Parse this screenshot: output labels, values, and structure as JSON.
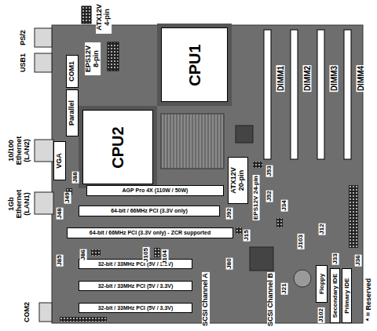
{
  "diagram": {
    "nodes": [
      {
        "text": [
          "COM1"
        ]
      },
      {
        "text": [
          "Parallel"
        ]
      },
      {
        "text": [
          "VGA"
        ]
      },
      {
        "text": [
          "CPU2"
        ]
      },
      {
        "text": [
          "CPU1"
        ]
      },
      {
        "text": [
          "ATX12V 20-pin"
        ]
      },
      {
        "text": [
          "AGP Pro 4X (110W / 50W)"
        ]
      },
      {
        "text": [
          "64-bit / 66MHz PCI (3.3V only)"
        ]
      },
      {
        "text": [
          "64-bit / 66MHz PCI (3.3V only) - ZCR supported"
        ]
      },
      {
        "text": [
          "32-bit / 33MHz PCI (5V / 3.3V)"
        ]
      },
      {
        "text": [
          "32-bit / 33MHz PCI (5V / 3.3V)"
        ]
      },
      {
        "text": [
          "32-bit / 33MHz PCI (5V / 3.3V)"
        ]
      },
      {
        "text": [
          "Floppy"
        ]
      },
      {
        "text": [
          "Secondary IDE"
        ]
      },
      {
        "text": [
          "Primary IDE"
        ]
      }
    ],
    "labels": [
      "PS/2",
      "USB1",
      "ATX12V 4-pin",
      "EPS12V 8-pin",
      "10/100 Ethernet (LAN2)",
      "1Gb Ethernet (LAN1)",
      "DIMM1",
      "DIMM2",
      "DIMM3",
      "DIMM4",
      "J88",
      "J49",
      "J48",
      "EPS12V 24-pin",
      "J53",
      "J52",
      "J92",
      "J34",
      "J15",
      "J80",
      "J103",
      "J12",
      "J85",
      "J86",
      "J105",
      "J104",
      "J21",
      "J33",
      "J36",
      "J102",
      "COM2",
      "SCSI Channel A",
      "SCSI Channel B",
      "* = Reserved"
    ]
  }
}
